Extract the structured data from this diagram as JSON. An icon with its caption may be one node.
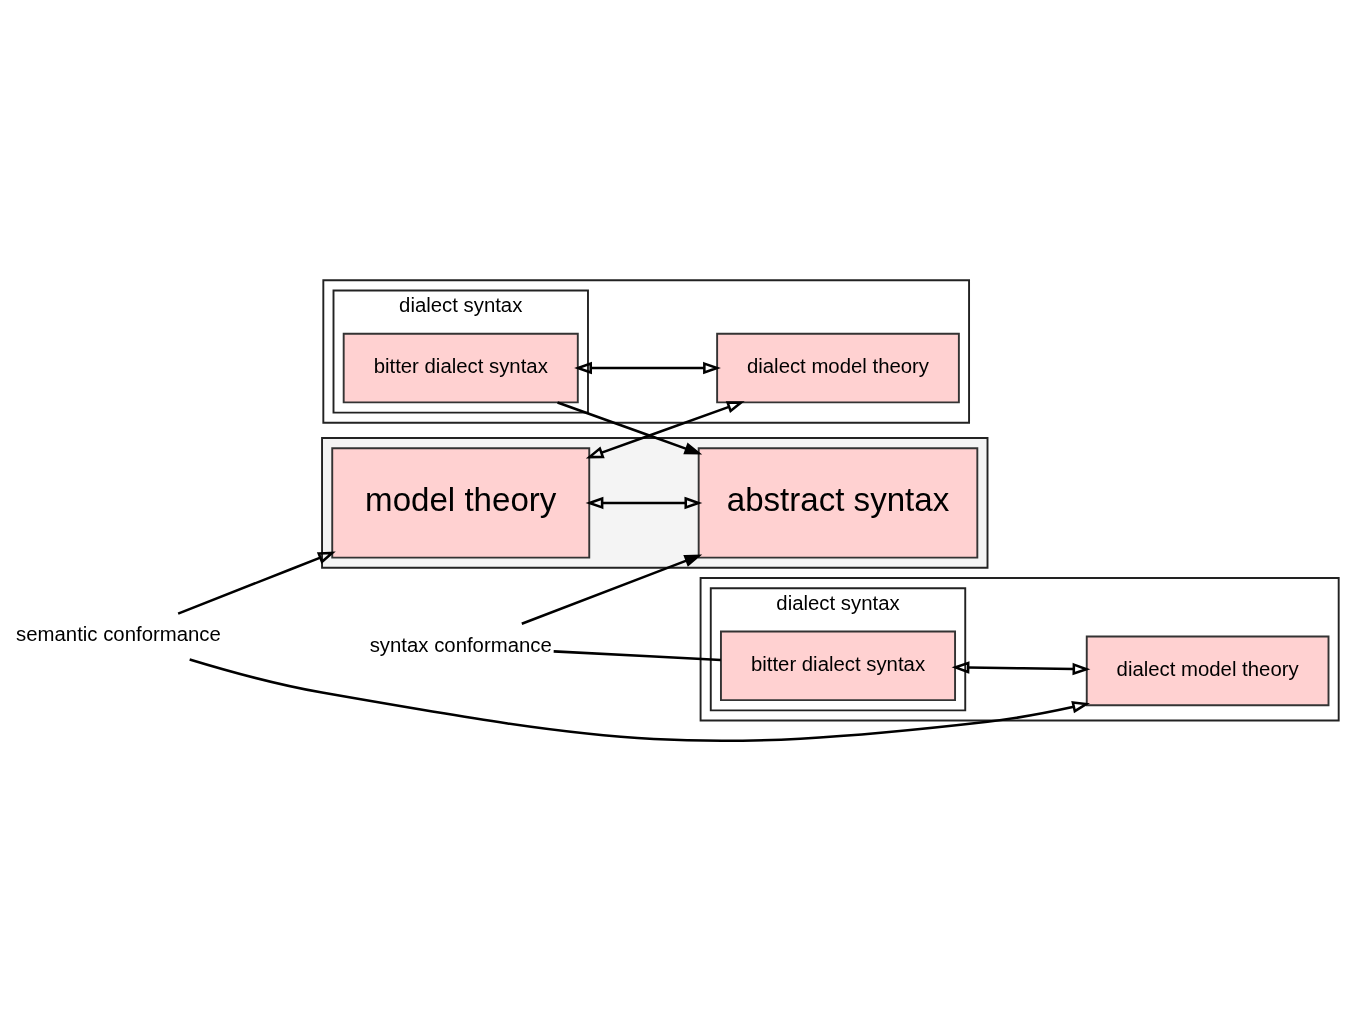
{
  "diagram": {
    "nodes": [
      {
        "text": [],
        "shape": "box"
      },
      {
        "text": [
          "abstract syntax"
        ],
        "in": 0
      },
      {
        "text": [
          "model theory"
        ],
        "in": 0
      },
      {
        "text": [],
        "shape": "box"
      },
      {
        "text": [
          "dialect syntax"
        ],
        "in": 3
      },
      {
        "text": [
          "bitter dialect syntax"
        ],
        "in": 4
      },
      {
        "text": [
          "dialect model theory"
        ],
        "in": 3
      },
      {
        "text": [],
        "shape": "box"
      },
      {
        "text": [
          "dialect syntax"
        ],
        "in": 7
      },
      {
        "text": [
          "bitter dialect syntax"
        ],
        "in": 8
      },
      {
        "text": [
          "dialect model theory"
        ],
        "in": 7
      },
      {
        "text": [
          "syntax conformance"
        ]
      },
      {
        "text": [
          "semantic conformance"
        ]
      }
    ],
    "edges": [
      {
        "from": 5,
        "to": 1,
        "arrow": "to"
      },
      {
        "from": 2,
        "to": 6,
        "arrow": "both"
      },
      {
        "from": 1,
        "to": 2,
        "arrow": "both"
      },
      {
        "from": 5,
        "to": 6,
        "arrow": "both"
      },
      {
        "from": 9,
        "to": 10,
        "arrow": "both"
      },
      {
        "from": 11,
        "to": 1,
        "arrow": "to"
      },
      {
        "from": 11,
        "to": 9,
        "arrow": "none"
      },
      {
        "from": 12,
        "to": 2,
        "arrow": "to"
      },
      {
        "from": 12,
        "to": 10,
        "arrow": "to"
      }
    ]
  }
}
